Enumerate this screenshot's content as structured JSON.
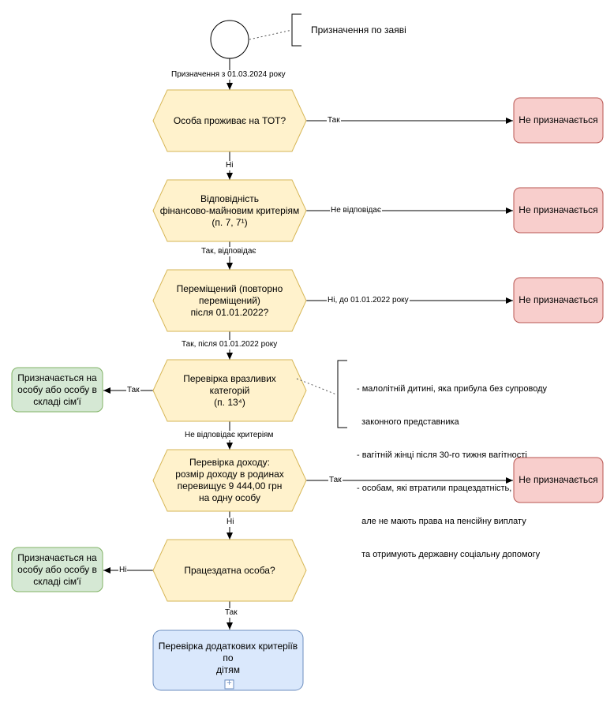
{
  "start_annotation": "Призначення по заяві",
  "edges": {
    "start": "Призначення з 01.03.2024 року",
    "tot_yes": "Так",
    "tot_no": "Ні",
    "fin_no": "Не відповідає",
    "fin_yes": "Так, відповідає",
    "moved_no": "Ні, до 01.01.2022 року",
    "moved_yes": "Так, після 01.01.2022 року",
    "vuln_yes": "Так",
    "vuln_no": "Не відповідає критеріям",
    "income_yes": "Так",
    "income_no": "Ні",
    "able_no": "Ні",
    "able_yes": "Так"
  },
  "nodes": {
    "tot": "Особа проживає на ТОТ?",
    "financial": "Відповідність\nфінансово-майновим критеріям\n(п. 7, 7¹)",
    "moved": "Переміщений (повторно\nпереміщений)\nпісля 01.01.2022?",
    "vulnerable": "Перевірка вразливих\nкатегорій\n(п. 13⁴)",
    "income": "Перевірка доходу:\nрозмір доходу в родинах\nперевищує 9 444,00 грн\nна одну особу",
    "able": "Працездатна особа?",
    "children": "Перевірка додаткових критеріїв по\nдітям"
  },
  "outcomes": {
    "not_assigned": "Не призначається",
    "assigned": "Призначається на\nособу або особу в\nскладі сім'ї"
  },
  "vulnerable_note": [
    "- малолітній дитині, яка прибула без супроводу",
    "  законного представника",
    "- вагітній жінці після 30-го тижня вагітності",
    "- особам, які втратили працездатність,",
    "  але не мають права на пенсійну виплату",
    "  та отримують державну соціальну допомогу"
  ],
  "children_marker": "+",
  "colors": {
    "decision_fill": "#fff2cc",
    "decision_stroke": "#d6b656",
    "red_fill": "#f8cecc",
    "red_stroke": "#b85450",
    "green_fill": "#d5e8d4",
    "green_stroke": "#82b366",
    "blue_fill": "#dae8fc",
    "blue_stroke": "#6c8ebf"
  }
}
